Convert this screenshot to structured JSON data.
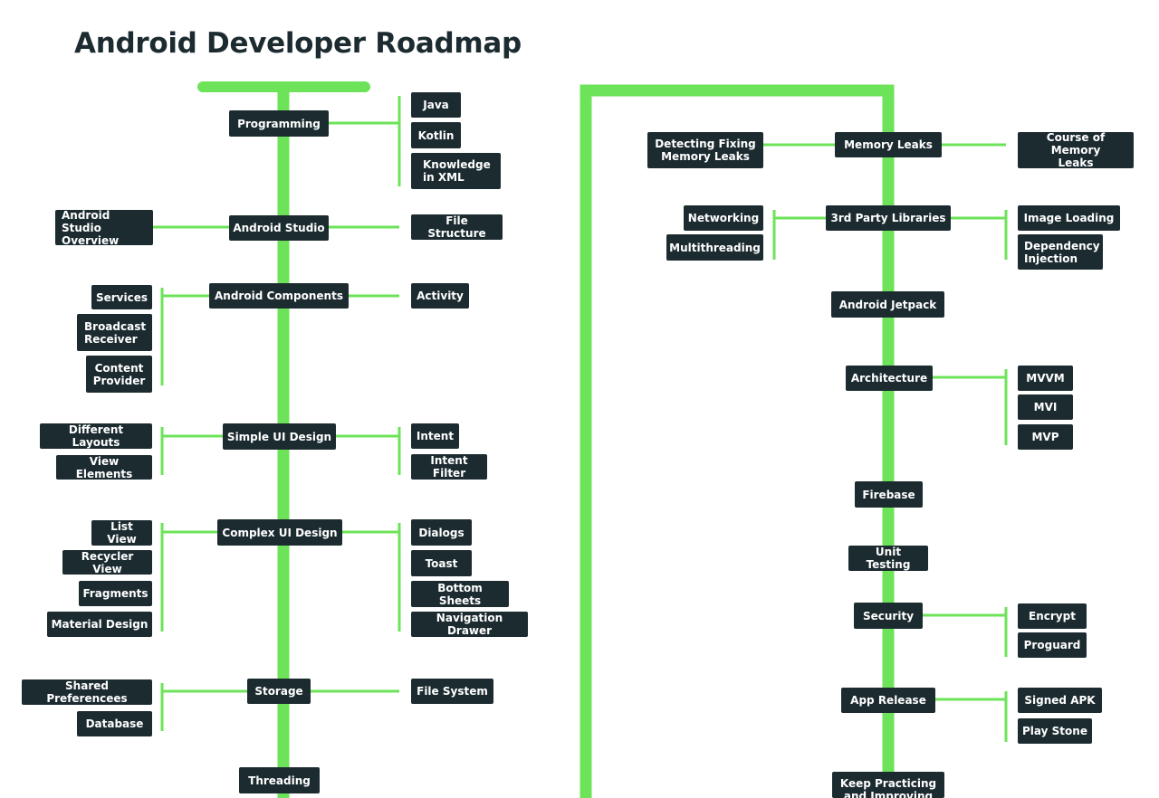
{
  "title": "Android Developer Roadmap",
  "colors": {
    "line": "#6de35a",
    "node": "#1c2b30",
    "text": "#ffffff",
    "title": "#1c2b30"
  },
  "nodes": {
    "programming": "Programming",
    "java": "Java",
    "kotlin": "Kotlin",
    "knowledge_xml": "Knowledge\nin XML",
    "android_studio_overview": "Android Studio\nOverview",
    "android_studio": "Android Studio",
    "file_structure": "File Structure",
    "services": "Services",
    "broadcast_receiver": "Broadcast\nReceiver",
    "content_provider": "Content\nProvider",
    "android_components": "Android Components",
    "activity": "Activity",
    "different_layouts": "Different Layouts",
    "view_elements": "View Elements",
    "simple_ui_design": "Simple UI Design",
    "intent": "Intent",
    "intent_filter": "Intent Filter",
    "list_view": "List View",
    "recycler_view": "Recycler View",
    "fragments": "Fragments",
    "material_design": "Material Design",
    "complex_ui_design": "Complex UI Design",
    "dialogs": "Dialogs",
    "toast": "Toast",
    "bottom_sheets": "Bottom Sheets",
    "navigation_drawer": "Navigation Drawer",
    "shared_preferences": "Shared Preferencees",
    "database": "Database",
    "storage": "Storage",
    "file_system": "File System",
    "threading": "Threading",
    "detecting_fixing_memory_leaks": "Detecting Fixing\nMemory Leaks",
    "memory_leaks": "Memory Leaks",
    "course_memory_leaks": "Course of Memory\nLeaks",
    "networking": "Networking",
    "multithreading": "Multithreading",
    "third_party_libraries": "3rd Party Libraries",
    "image_loading": "Image Loading",
    "dependency_injection": "Dependency\nInjection",
    "android_jetpack": "Android Jetpack",
    "architecture": "Architecture",
    "mvvm": "MVVM",
    "mvi": "MVI",
    "mvp": "MVP",
    "firebase": "Firebase",
    "unit_testing": "Unit Testing",
    "security": "Security",
    "encrypt": "Encrypt",
    "proguard": "Proguard",
    "app_release": "App Release",
    "signed_apk": "Signed APK",
    "play_stone": "Play Stone",
    "keep_practicing": "Keep Practicing\nand Improving"
  }
}
